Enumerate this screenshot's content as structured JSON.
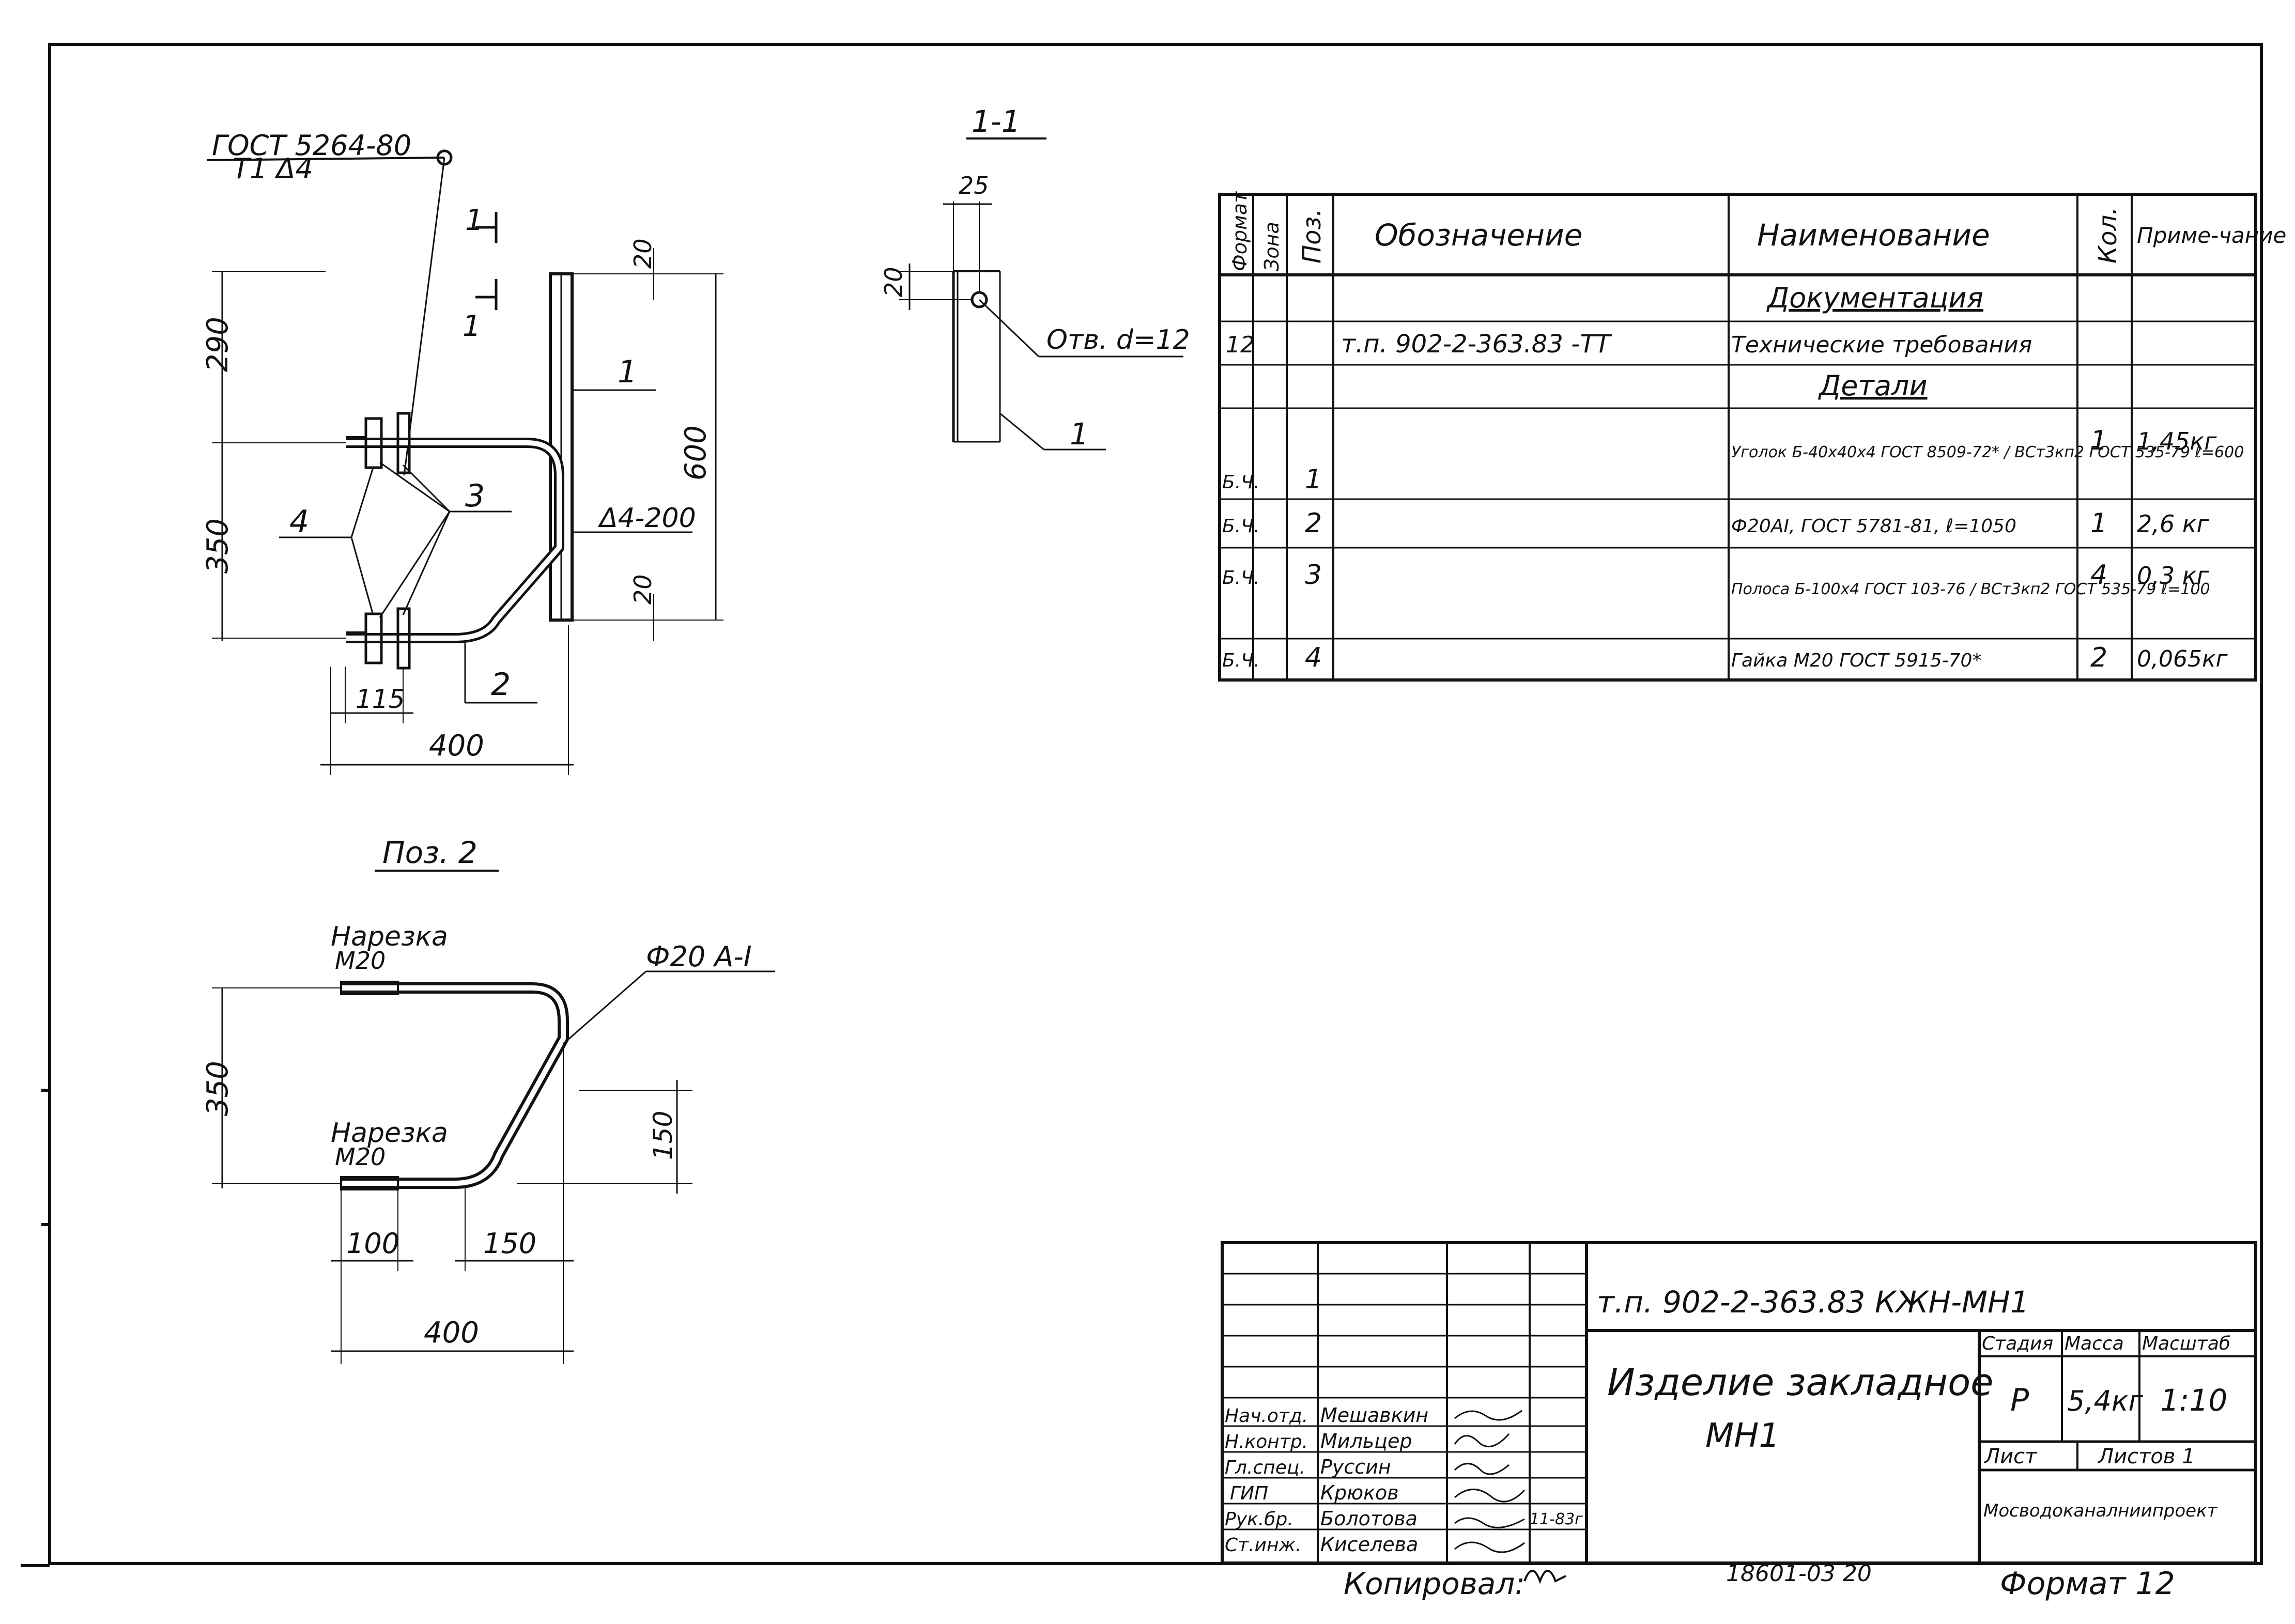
{
  "drawing": {
    "gost_label": "ГОСТ 5264-80",
    "weld_label": "Т1 Δ4",
    "section_mark": "1",
    "section_title": "1-1",
    "position_title": "Поз. 2",
    "callout_1": "1",
    "callout_2": "2",
    "callout_3": "3",
    "callout_4": "4",
    "weld_pitch": "Δ4-200",
    "hole_label": "Отв. d=12",
    "rod_label": "Ф20 А-I",
    "thread_label_1": "Нарезка",
    "thread_size_1": "М20",
    "thread_label_2": "Нарезка",
    "thread_size_2": "М20",
    "dims": {
      "top_offset": "20",
      "bottom_offset": "20",
      "upper_height": "290",
      "lower_height": "350",
      "plate_length": "600",
      "nut_offset": "115",
      "main_width": "400",
      "sec_width": "25",
      "sec_offset": "20",
      "pos2_height": "350",
      "pos2_bend": "150",
      "pos2_thread": "100",
      "pos2_bend_width": "150",
      "pos2_width": "400"
    }
  },
  "spec_table": {
    "headers": {
      "format": "Формат",
      "zone": "Зона",
      "pos": "Поз.",
      "designation": "Обозначение",
      "name": "Наименование",
      "qty": "Кол.",
      "note": "Приме-чание"
    },
    "rows": [
      {
        "format": "",
        "zone": "",
        "pos": "",
        "designation": "",
        "name": "Документация",
        "qty": "",
        "note": ""
      },
      {
        "format": "12",
        "zone": "",
        "pos": "",
        "designation": "т.п. 902-2-363.83   -ТТ",
        "name": "Технические требования",
        "qty": "",
        "note": ""
      },
      {
        "format": "",
        "zone": "",
        "pos": "",
        "designation": "",
        "name": "Детали",
        "qty": "",
        "note": ""
      },
      {
        "format": "",
        "zone": "",
        "pos": "",
        "designation": "",
        "name": "Уголок Б-40х40х4 ГОСТ 8509-72* / ВСт3кп2 ГОСТ 535-79 ℓ=600",
        "qty": "1",
        "note": "1,45кг"
      },
      {
        "format": "Б.Ч.",
        "zone": "",
        "pos": "1",
        "designation": "",
        "name": "",
        "qty": "",
        "note": ""
      },
      {
        "format": "Б.Ч.",
        "zone": "",
        "pos": "2",
        "designation": "",
        "name": "Ф20АI, ГОСТ 5781-81, ℓ=1050",
        "qty": "1",
        "note": "2,6 кг"
      },
      {
        "format": "Б.Ч.",
        "zone": "",
        "pos": "3",
        "designation": "",
        "name": "Полоса Б-100х4 ГОСТ 103-76 / ВСт3кп2 ГОСТ 535-79 ℓ=100",
        "qty": "4",
        "note": "0,3 кг"
      },
      {
        "format": "Б.Ч.",
        "zone": "",
        "pos": "4",
        "designation": "",
        "name": "Гайка М20 ГОСТ 5915-70*",
        "qty": "2",
        "note": "0,065кг"
      }
    ]
  },
  "title_block": {
    "code": "т.п. 902-2-363.83   КЖН-МН1",
    "title_line1": "Изделие закладное",
    "title_line2": "МН1",
    "stage_label": "Стадия",
    "mass_label": "Масса",
    "scale_label": "Масштаб",
    "stage": "Р",
    "mass": "5,4кг",
    "scale": "1:10",
    "sheet_label": "Лист",
    "sheets_label": "Листов 1",
    "organization": "Мосводоканалниипроект",
    "signers": [
      {
        "role": "Нач.отд.",
        "name": "Мешавкин"
      },
      {
        "role": "Н.контр.",
        "name": "Мильцер"
      },
      {
        "role": "Гл.спец.",
        "name": "Руссин"
      },
      {
        "role": "ГИП",
        "name": "Крюков"
      },
      {
        "role": "Рук.бр.",
        "name": "Болотова"
      },
      {
        "role": "Ст.инж.",
        "name": "Киселева"
      }
    ],
    "sign_date": "11-83г"
  },
  "footer": {
    "copied": "Копировал:",
    "number": "18601-03   20",
    "format": "Формат 12"
  }
}
